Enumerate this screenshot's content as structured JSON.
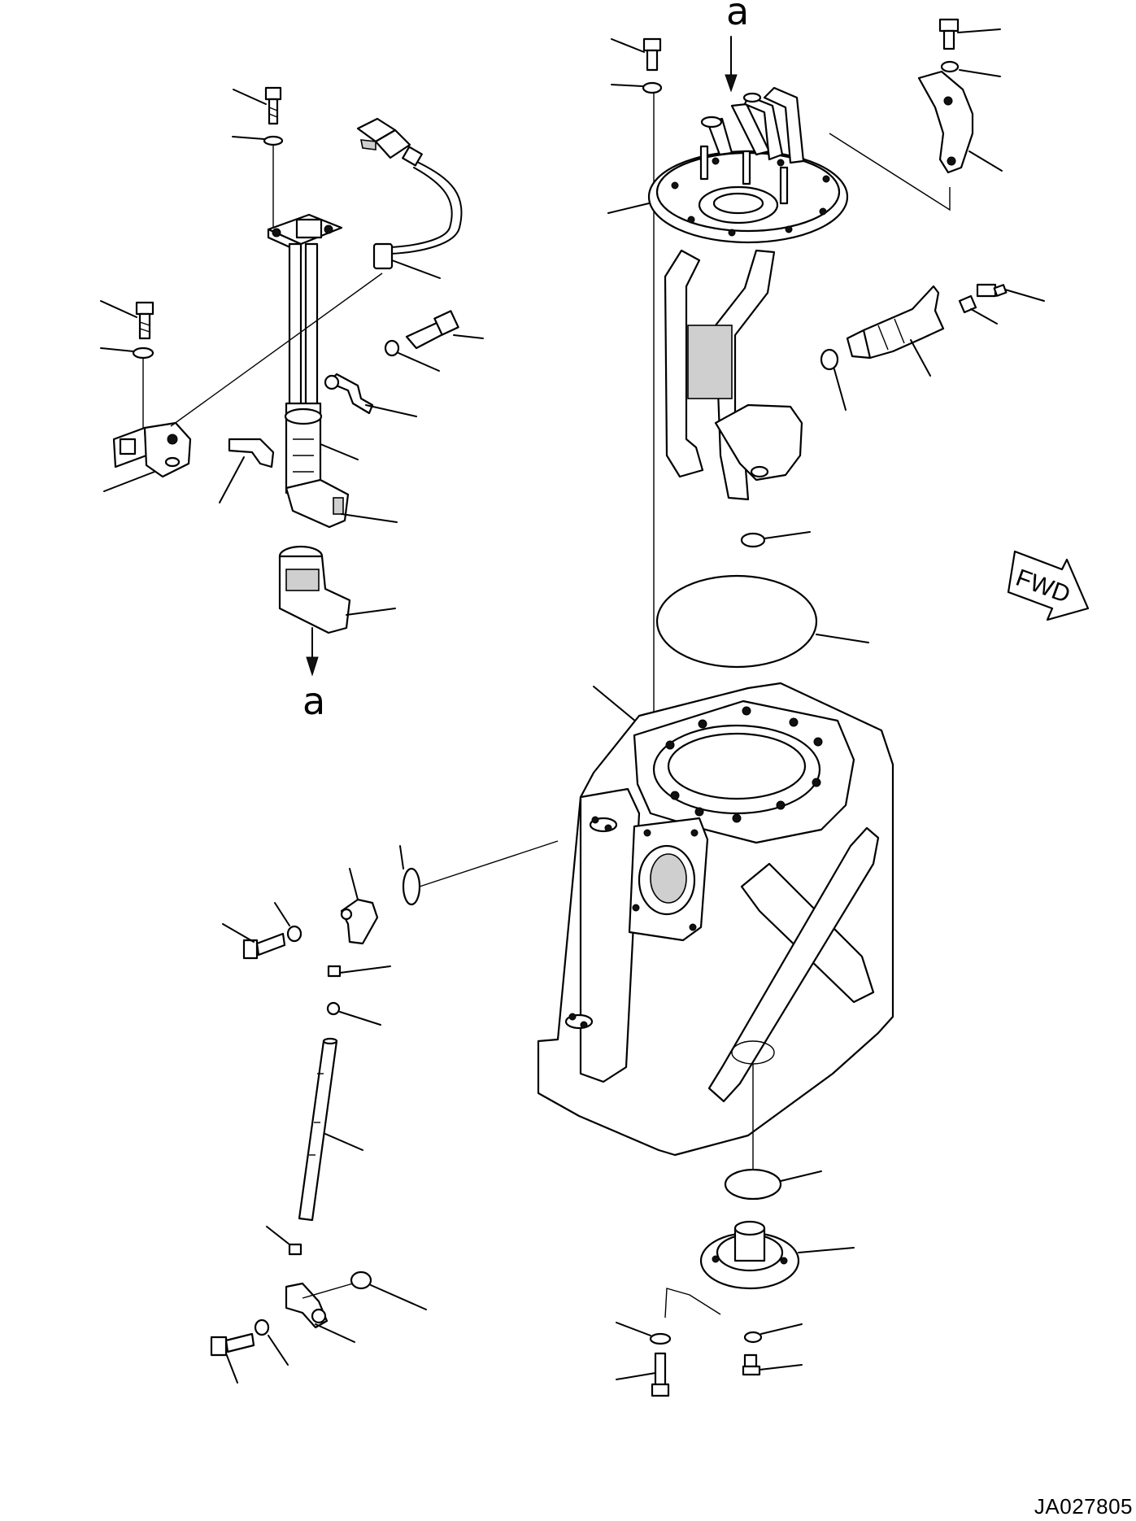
{
  "diagram": {
    "view_arrow_label_top": "a",
    "view_arrow_label_bottom": "a",
    "direction_arrow_label": "FWD",
    "drawing_code": "JA027805"
  }
}
